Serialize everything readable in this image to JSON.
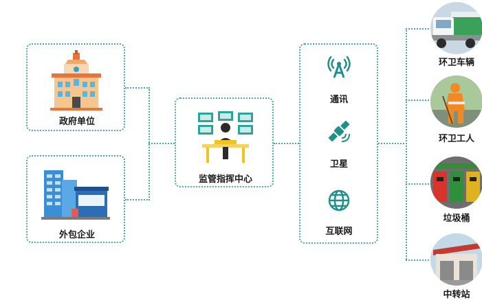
{
  "nodes": {
    "government": "政府单位",
    "outsourcing": "外包企业",
    "monitor_center": "监管指挥中心",
    "communication": "通讯",
    "satellite": "卫星",
    "internet": "互联网",
    "sanitation_vehicle": "环卫车辆",
    "sanitation_worker": "环卫工人",
    "trash_bin": "垃圾桶",
    "transfer_station": "中转站"
  },
  "colors": {
    "accent": "#4aa8a3",
    "icon_teal": "#1f8f8a"
  }
}
